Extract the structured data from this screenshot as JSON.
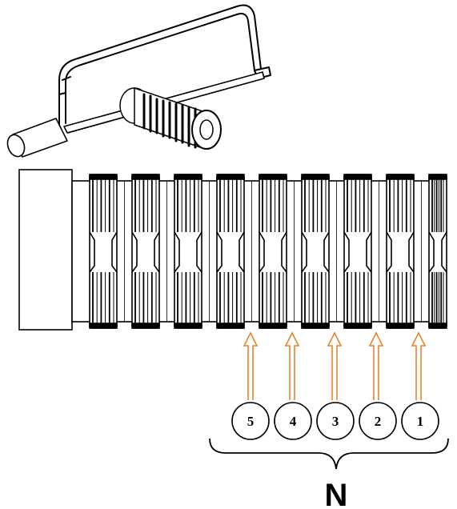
{
  "figure": {
    "cut_markers": [
      {
        "label": "5"
      },
      {
        "label": "4"
      },
      {
        "label": "3"
      },
      {
        "label": "2"
      },
      {
        "label": "1"
      }
    ],
    "group_label": "N"
  },
  "colors": {
    "line": "#000000",
    "arrow": "#e8842a",
    "background": "#ffffff"
  },
  "icons": [
    "hacksaw-icon",
    "threaded-pipe-icon"
  ]
}
